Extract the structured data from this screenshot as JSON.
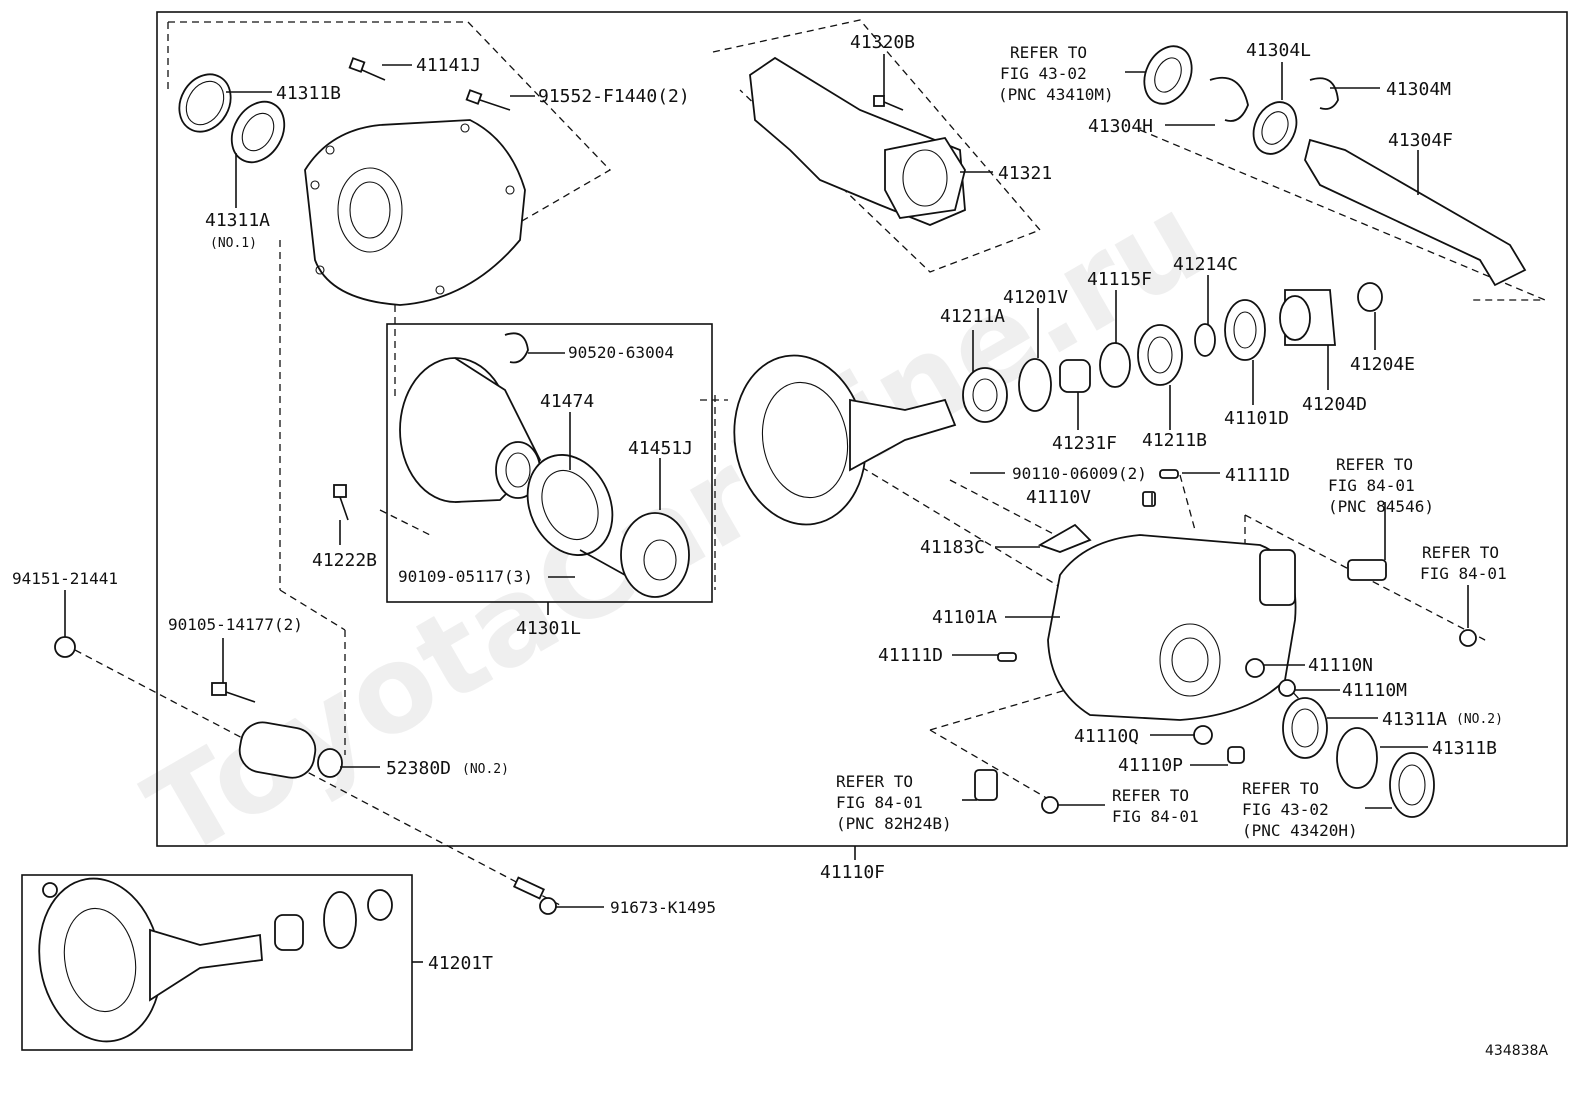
{
  "watermark": "ToyotaCarMine.ru",
  "figure_code": "434838A",
  "labels": {
    "p41141J": "41141J",
    "p41311B_top": "41311B",
    "p91552": "91552-F1440(2)",
    "p41311A_no1": "41311A",
    "no1": "(NO.1)",
    "p41320B": "41320B",
    "ref43_top_1": "REFER TO",
    "ref43_top_2": "FIG 43-02",
    "ref43_top_3": "(PNC 43410M)",
    "p41304L": "41304L",
    "p41304M": "41304M",
    "p41304H": "41304H",
    "p41304F": "41304F",
    "p41321": "41321",
    "p90520": "90520-63004",
    "p41474": "41474",
    "p41451J": "41451J",
    "p41222B": "41222B",
    "p90109": "90109-05117(3)",
    "p41301L": "41301L",
    "p41211A": "41211A",
    "p41201V": "41201V",
    "p41115F": "41115F",
    "p41214C": "41214C",
    "p41204D": "41204D",
    "p41204E": "41204E",
    "p41231F": "41231F",
    "p41211B": "41211B",
    "p41101D": "41101D",
    "p90110": "90110-06009(2)",
    "p41111D_top": "41111D",
    "p41110V": "41110V",
    "ref84_a_1": "REFER TO",
    "ref84_a_2": "FIG 84-01",
    "ref84_a_3": "(PNC 84546)",
    "ref84_b_1": "REFER TO",
    "ref84_b_2": "FIG 84-01",
    "p41183C": "41183C",
    "p41101A": "41101A",
    "p41111D_mid": "41111D",
    "p41110N": "41110N",
    "p41110M": "41110M",
    "p41311A_no2": "41311A",
    "no2": "(NO.2)",
    "p41311B_bot": "41311B",
    "p41110Q": "41110Q",
    "p41110P": "41110P",
    "ref84_c_1": "REFER TO",
    "ref84_c_2": "FIG 84-01",
    "ref84_c_3": "(PNC 82H24B)",
    "ref84_d_1": "REFER TO",
    "ref84_d_2": "FIG 84-01",
    "ref43_bot_1": "REFER TO",
    "ref43_bot_2": "FIG 43-02",
    "ref43_bot_3": "(PNC 43420H)",
    "p94151": "94151-21441",
    "p90105": "90105-14177(2)",
    "p52380D": "52380D",
    "no2b": "(NO.2)",
    "p41110F": "41110F",
    "p91673": "91673-K1495",
    "p41201T": "41201T"
  }
}
